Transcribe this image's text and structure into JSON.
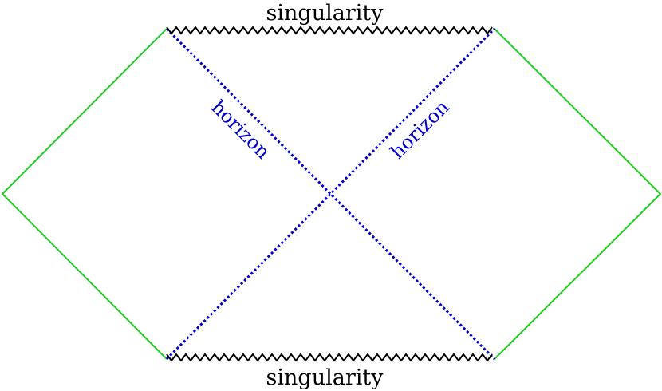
{
  "diagram": {
    "top_label": "singularity",
    "bottom_label": "singularity",
    "horizon_left_label": "horizon",
    "horizon_right_label": "horizon"
  },
  "colors": {
    "boundary": "#1fcc1f",
    "horizon": "#0000cc",
    "singularity": "#000000",
    "label_dark": "#000000",
    "label_horizon": "#0000cc"
  }
}
